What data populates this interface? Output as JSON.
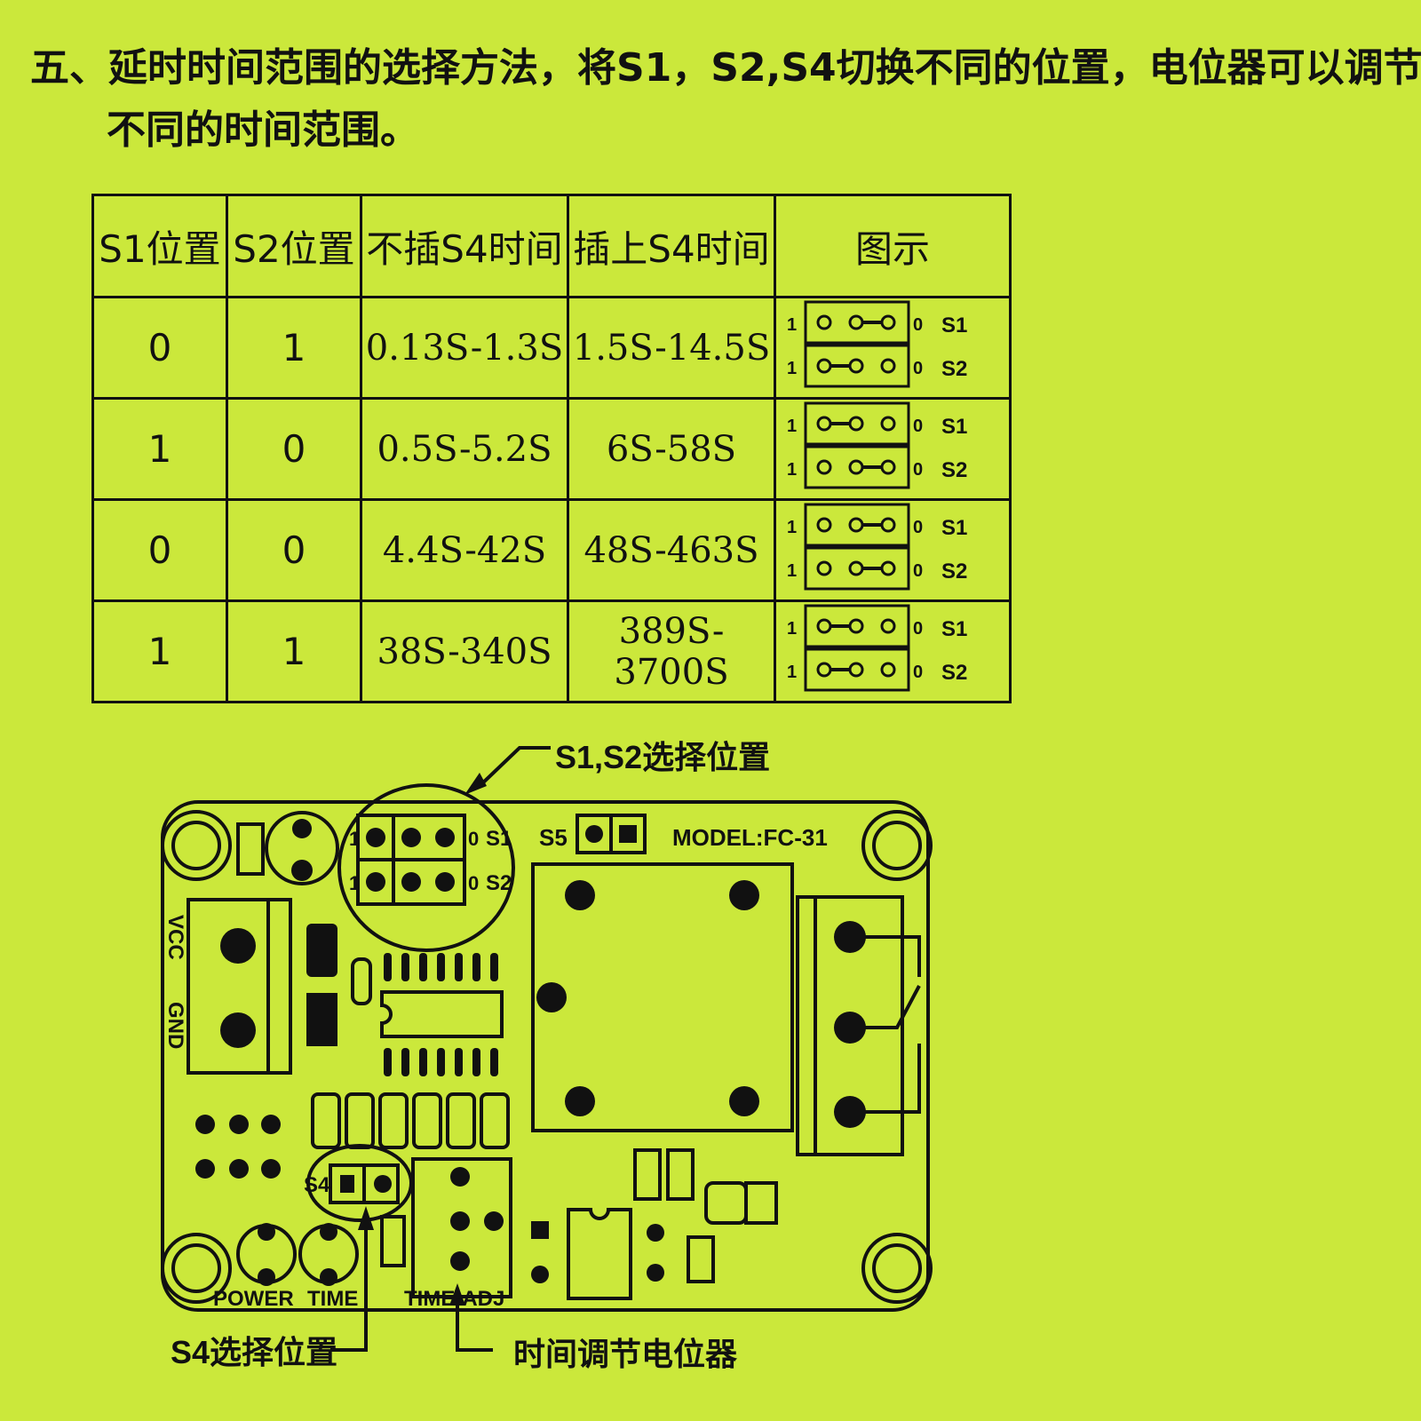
{
  "heading": {
    "line1": "五、延时时间范围的选择方法，将S1，S2,S4切换不同的位置，电位器可以调节",
    "line2": "不同的时间范围。"
  },
  "table": {
    "headers": [
      "S1位置",
      "S2位置",
      "不插S4时间",
      "插上S4时间",
      "图示"
    ],
    "rows": [
      {
        "s1": "0",
        "s2": "1",
        "without_s4": "0.13S-1.3S",
        "with_s4": "1.5S-14.5S"
      },
      {
        "s1": "1",
        "s2": "0",
        "without_s4": "0.5S-5.2S",
        "with_s4": "6S-58S"
      },
      {
        "s1": "0",
        "s2": "0",
        "without_s4": "4.4S-42S",
        "with_s4": "48S-463S"
      },
      {
        "s1": "1",
        "s2": "1",
        "without_s4": "38S-340S",
        "with_s4": "389S-3700S"
      }
    ],
    "diagram_labels": {
      "one": "1",
      "zero": "0",
      "s1": "S1",
      "s2": "S2"
    }
  },
  "pcb": {
    "callout_s1s2": "S1,S2选择位置",
    "callout_s4": "S4选择位置",
    "callout_pot": "时间调节电位器",
    "model": "MODEL:FC-31",
    "s5": "S5",
    "s4": "S4",
    "vcc": "VCC",
    "gnd": "GND",
    "power": "POWER",
    "time": "TIME",
    "time_adj": "TIME-ADJ",
    "one": "1",
    "zero": "0",
    "s1": "S1",
    "s2": "S2"
  },
  "colors": {
    "background": "#cbe83b",
    "ink": "#111111"
  }
}
